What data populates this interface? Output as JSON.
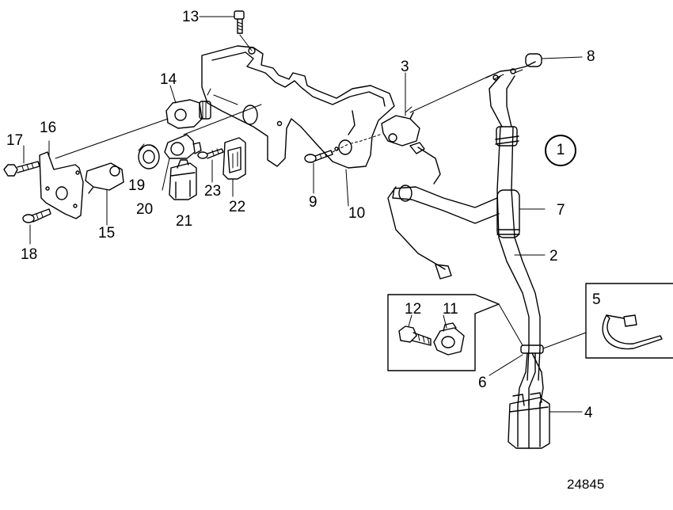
{
  "diagram": {
    "drawing_number": "24845",
    "group_marker": "1",
    "callouts": {
      "c1": "2",
      "c2": "3",
      "c3": "4",
      "c4": "5",
      "c5": "6",
      "c6": "7",
      "c7": "8",
      "c8": "9",
      "c9": "10",
      "c10": "11",
      "c11": "12",
      "c12": "13",
      "c13": "14",
      "c14": "15",
      "c15": "16",
      "c16": "17",
      "c17": "18",
      "c18": "19",
      "c19": "20",
      "c20": "21",
      "c21": "22",
      "c22": "23"
    }
  }
}
